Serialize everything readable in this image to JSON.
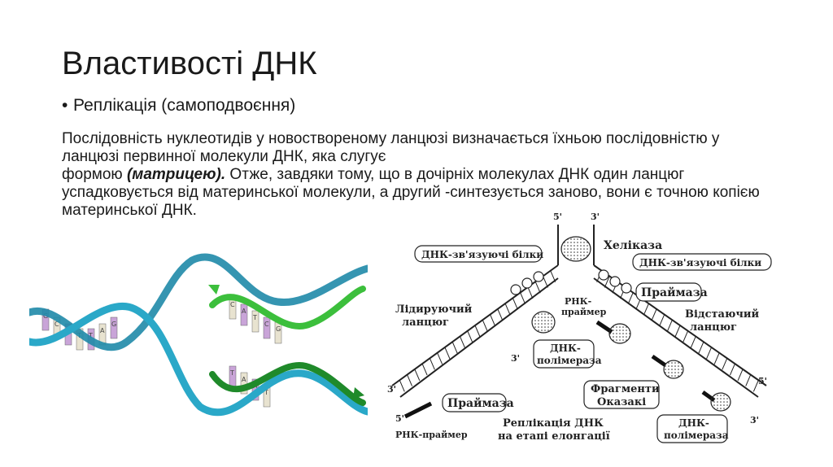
{
  "slide": {
    "title": "Властивості ДНК",
    "bullet": "Реплікація (самоподвоєння)",
    "paragraph": {
      "p1": "Послідовність нуклеотидів у новоствореному ланцюзі визначається їхньою послідовністю у ланцюзі первинної молекули ДНК, яка слугує",
      "p2_start": "формою ",
      "p2_em": "(матрицею).",
      "p2_rest": " Отже, завдяки тому, що в дочірніх молекулах ДНК один ланцюг успадковується від материнської молекули, а другий -синтезується заново, вони є точною копією материнської ДНК."
    }
  },
  "helix_figure": {
    "bases": [
      "G",
      "C",
      "A",
      "T",
      "T",
      "A",
      "G",
      "C",
      "A",
      "T",
      "C",
      "G",
      "T",
      "A",
      "A",
      "T"
    ],
    "colors": {
      "parent": "#2aa8c8",
      "new_strand": "#3cbf3c",
      "new_strand_dark": "#1f8a2a",
      "rung_a": "#c9a4d8",
      "rung_b": "#e8e3d0"
    }
  },
  "replication_figure": {
    "labels": {
      "prime5_top": "5'",
      "prime3_top": "3'",
      "helicase": "Хеліказа",
      "ssb_left": "ДНК-зв'язуючі білки",
      "ssb_right": "ДНК-зв'язуючі білки",
      "leading1": "Лідируючий",
      "leading2": "ланцюг",
      "rna_primer_top1": "РНК-",
      "rna_primer_top2": "праймер",
      "primase_top": "Праймаза",
      "lagging1": "Відстаючий",
      "lagging2": "ланцюг",
      "prime3_mid": "3'",
      "prime3_left": "3'",
      "pol_left1": "ДНК-",
      "pol_left2": "полімераза",
      "okazaki1": "Фрагменти",
      "okazaki2": "Оказакі",
      "prime5_right": "5'",
      "prime5_left": "5'",
      "primase_bottom": "Праймаза",
      "caption1": "Реплікація ДНК",
      "caption2": "на етапі елонгації",
      "rna_primer_bottom": "РНК-праймер",
      "pol_right1": "ДНК-",
      "pol_right2": "полімераза",
      "prime3_right": "3'"
    }
  }
}
